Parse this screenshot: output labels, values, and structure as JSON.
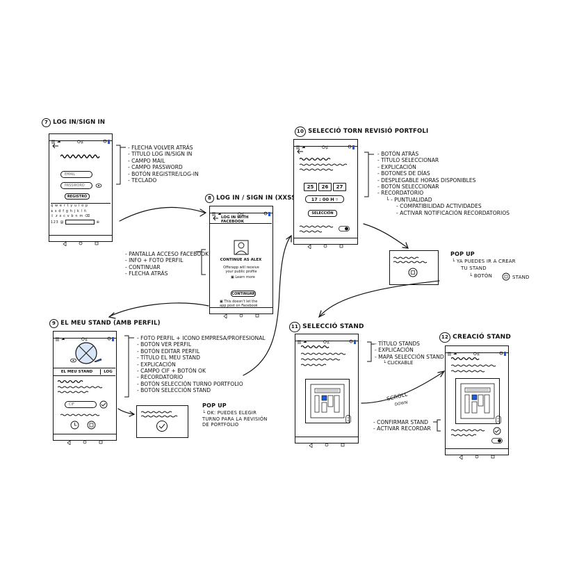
{
  "s7": {
    "num": "7",
    "title": "LOG IN/SIGN IN",
    "email_ph": "EMAIL",
    "password_ph": "PASSWORD",
    "register_btn": "REGISTRO",
    "kb_row1": "q w e r t y u i o p",
    "kb_row2": "a s d f g h j k l ñ",
    "kb_row3": "⇧ z x c v b n m ⌫",
    "kb_row4": "123",
    "notes": [
      "- FLECHA VOLVER ATRÁS",
      "- TÍTULO LOG IN/SIGN IN",
      "- CAMPO MAIL",
      "- CAMPO PASSWORD",
      "- BOTÓN REGISTRE/LOG-IN",
      "- TECLADO"
    ]
  },
  "s8": {
    "num": "8",
    "title": "LOG IN / SIGN IN (XXSS)",
    "header": "LOG IN WITH FACEBOOK",
    "continue_as": "CONTINUE AS ALEX",
    "info": "Offerapp will receive your public profile",
    "learn_more": "Learn more",
    "continue_btn": "CONTINUAR",
    "footer": "This doesn't let the app post on Facebook",
    "notes": [
      "- PANTALLA ACCESO FACEBOOK",
      "- INFO + FOTO PERFIL",
      "- CONTINUAR",
      "- FLECHA ATRÁS"
    ]
  },
  "s9": {
    "num": "9",
    "title": "EL MEU STAND (AMB PERFIL)",
    "tab1": "EL MEU STAND",
    "tab2": "LOG",
    "cif": "CIF",
    "notes": [
      "- FOTO PERFIL + ICONO EMPRESA/PROFESIONAL",
      "- BOTÓN VER PERFIL",
      "- BOTÓN EDITAR PERFIL",
      "- TÍTULO EL MEU STAND",
      "- EXPLICACIÓN",
      "- CAMPO CIF + BOTÓN OK",
      "- RECORDATORIO",
      "- BOTÓN SELECCIÓN TURNO PORTFOLIO",
      "- BOTÓN SELECCIÓN STAND"
    ],
    "popup_title": "POP UP",
    "popup_note": "OK: PUEDES ELEGIR TURNO PARA LA REVISIÓN DE PORTFOLIO"
  },
  "s10": {
    "num": "10",
    "title": "SELECCIÓ TORN REVISIÓ PORTFOLI",
    "day1": "25",
    "day2": "26",
    "day3": "27",
    "time": "17 : 00 h",
    "select_btn": "SELECCIÓN",
    "notes": [
      "- BOTÓN ATRÁS",
      "- TÍTULO SELECCIONAR",
      "- EXPLICACIÓN",
      "- BOTONES DE DÍAS",
      "- DESPLEGABLE HORAS DISPONIBLES",
      "- BOTÓN SELECCIONAR",
      "- RECORDATORIO"
    ],
    "sub1": "└ - PUNTUALIDAD",
    "sub2": "- COMPATIBILIDAD ACTIVIDADES",
    "sub3": "- ACTIVAR NOTIFICACIÓN RECORDATORIOS",
    "popup_title": "POP UP",
    "popup_l1": "└ YA PUEDES IR A CREAR",
    "popup_l2": "TU STAND",
    "popup_l3": "└ BOTÓN",
    "popup_l4": "STAND"
  },
  "s11": {
    "num": "11",
    "title": "SELECCIÓ STAND",
    "notes": [
      "- TÍTULO STANDS",
      "- EXPLICACIÓN",
      "- MAPA SELECCIÓN STAND"
    ],
    "sub": "└ CLICKABLE",
    "scroll": "SCROLL",
    "down": "DOWN"
  },
  "s12": {
    "num": "12",
    "title": "CREACIÓ STAND",
    "notes": [
      "- CONFIRMAR STAND",
      "- ACTIVAR RECORDAR"
    ]
  }
}
